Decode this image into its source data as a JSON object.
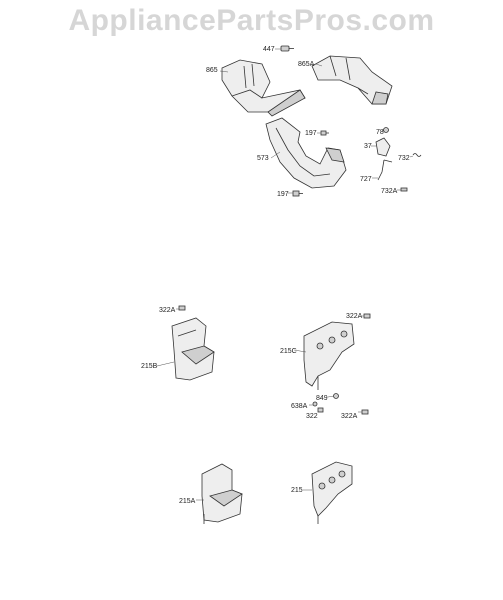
{
  "watermark": "AppliancePartsPros.com",
  "callouts": {
    "p447": "447",
    "p865": "865",
    "p865a": "865A",
    "p197a": "197",
    "p573": "573",
    "p197b": "197",
    "p78": "78",
    "p37": "37",
    "p732": "732",
    "p727": "727",
    "p732a": "732A",
    "p322a_1": "322A",
    "p215b": "215B",
    "p322a_2": "322A",
    "p215c": "215C",
    "p849": "849",
    "p638a": "638A",
    "p322": "322",
    "p322a_3": "322A",
    "p215a": "215A",
    "p215": "215"
  }
}
